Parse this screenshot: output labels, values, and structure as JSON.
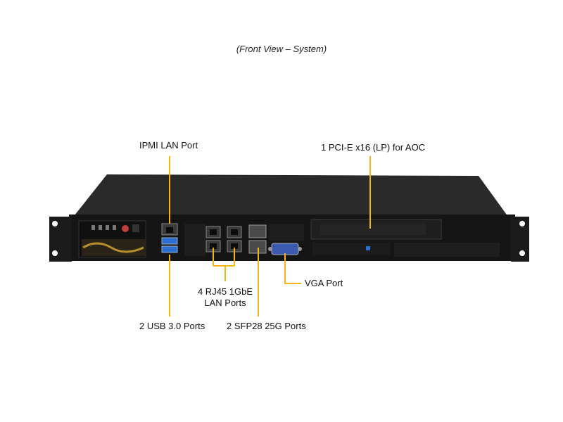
{
  "caption": "(Front View – System)",
  "callouts": {
    "ipmi": "IPMI LAN Port",
    "pcie": "1 PCI-E x16 (LP) for AOC",
    "rj45_line1": "4 RJ45 1GbE",
    "rj45_line2": "LAN Ports",
    "vga": "VGA Port",
    "usb": "2 USB 3.0 Ports",
    "sfp": "2 SFP28 25G Ports"
  },
  "colors": {
    "leader": "#f2b417",
    "chassis": "#151515",
    "chassis_top": "#2a2a2a",
    "usb_blue": "#2c6fd1",
    "vga_blue": "#3a5bb0"
  }
}
